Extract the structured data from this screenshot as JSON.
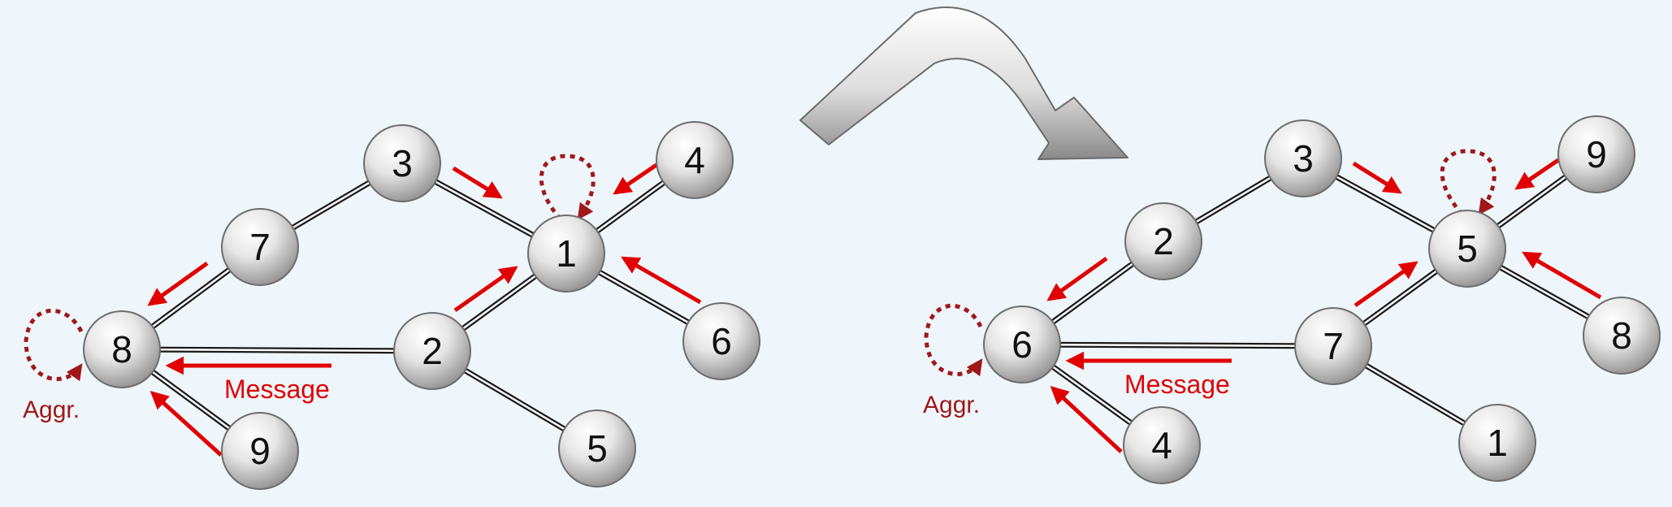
{
  "colors": {
    "background": "#eef6fc",
    "message_arrow": "#e00000",
    "aggregation": "#a01818",
    "edge": "#1a1a1a",
    "node_fill_light": "#ffffff",
    "node_fill_dark": "#a9a9a9"
  },
  "graphs": [
    {
      "id": "left",
      "nodes": [
        "8",
        "7",
        "3",
        "1",
        "4",
        "6",
        "2",
        "5",
        "9"
      ],
      "edges": [
        [
          "8",
          "7"
        ],
        [
          "7",
          "3"
        ],
        [
          "3",
          "1"
        ],
        [
          "1",
          "4"
        ],
        [
          "1",
          "6"
        ],
        [
          "8",
          "2"
        ],
        [
          "2",
          "1"
        ],
        [
          "2",
          "5"
        ],
        [
          "8",
          "9"
        ]
      ],
      "message_label": "Message",
      "aggregation_label": "Aggr."
    },
    {
      "id": "right",
      "nodes": [
        "6",
        "2",
        "3",
        "5",
        "9",
        "8",
        "7",
        "1",
        "4"
      ],
      "edges": [
        [
          "6",
          "2"
        ],
        [
          "2",
          "3"
        ],
        [
          "3",
          "5"
        ],
        [
          "5",
          "9"
        ],
        [
          "5",
          "8"
        ],
        [
          "6",
          "7"
        ],
        [
          "7",
          "5"
        ],
        [
          "7",
          "1"
        ],
        [
          "6",
          "4"
        ]
      ],
      "message_label": "Message",
      "aggregation_label": "Aggr."
    }
  ],
  "transform_arrow_icon": "curved-right-down-arrow-icon"
}
